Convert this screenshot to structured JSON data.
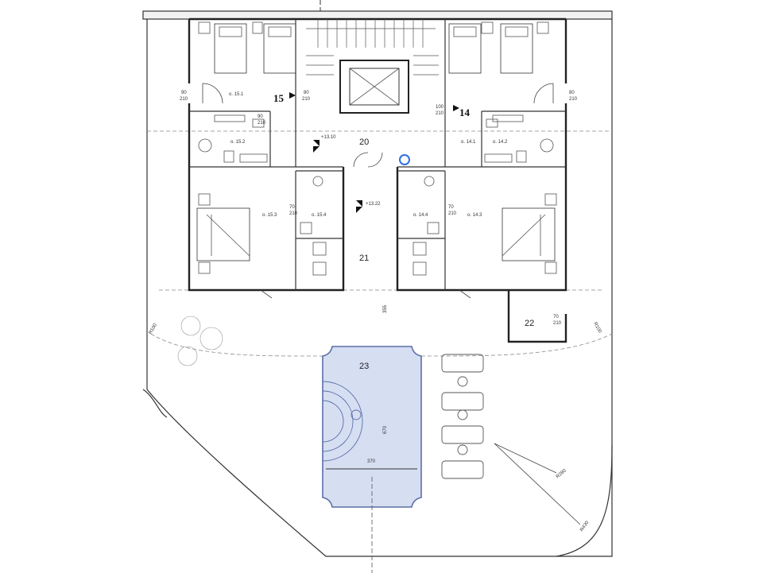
{
  "units": {
    "left": "15",
    "right": "14"
  },
  "rooms": {
    "r15_1": "o. 15.1",
    "r15_2": "o. 15.2",
    "r15_3": "o. 15.3",
    "r15_4": "o. 15.4",
    "r14_1": "o. 14.1",
    "r14_2": "o. 14.2",
    "r14_3": "o. 14.3",
    "r14_4": "o. 14.4",
    "r20": "20",
    "r21": "21",
    "r22": "22",
    "r23": "23"
  },
  "levels": {
    "hall": "+13.10",
    "corridor": "+13.22"
  },
  "dimensions": {
    "pool_width": "370",
    "pool_length": "670",
    "corridor": "355",
    "radius_left": "R100",
    "radius_right": "R100",
    "radius_a": "R280",
    "radius_b": "R430"
  },
  "door_tags": {
    "d1_top": "90",
    "d1_bot": "210",
    "d2_top": "80",
    "d2_bot": "210",
    "d3_top": "100",
    "d3_bot": "210",
    "d4_top": "80",
    "d4_bot": "210",
    "d5_top": "90",
    "d5_bot": "210",
    "d6_top": "70",
    "d6_bot": "210",
    "d7_top": "70",
    "d7_bot": "210",
    "d8_top": "70",
    "d8_bot": "210"
  },
  "colors": {
    "pool_fill": "#d6def2",
    "pool_stroke": "#5a6fa8",
    "marker": "#2f6fe0"
  }
}
